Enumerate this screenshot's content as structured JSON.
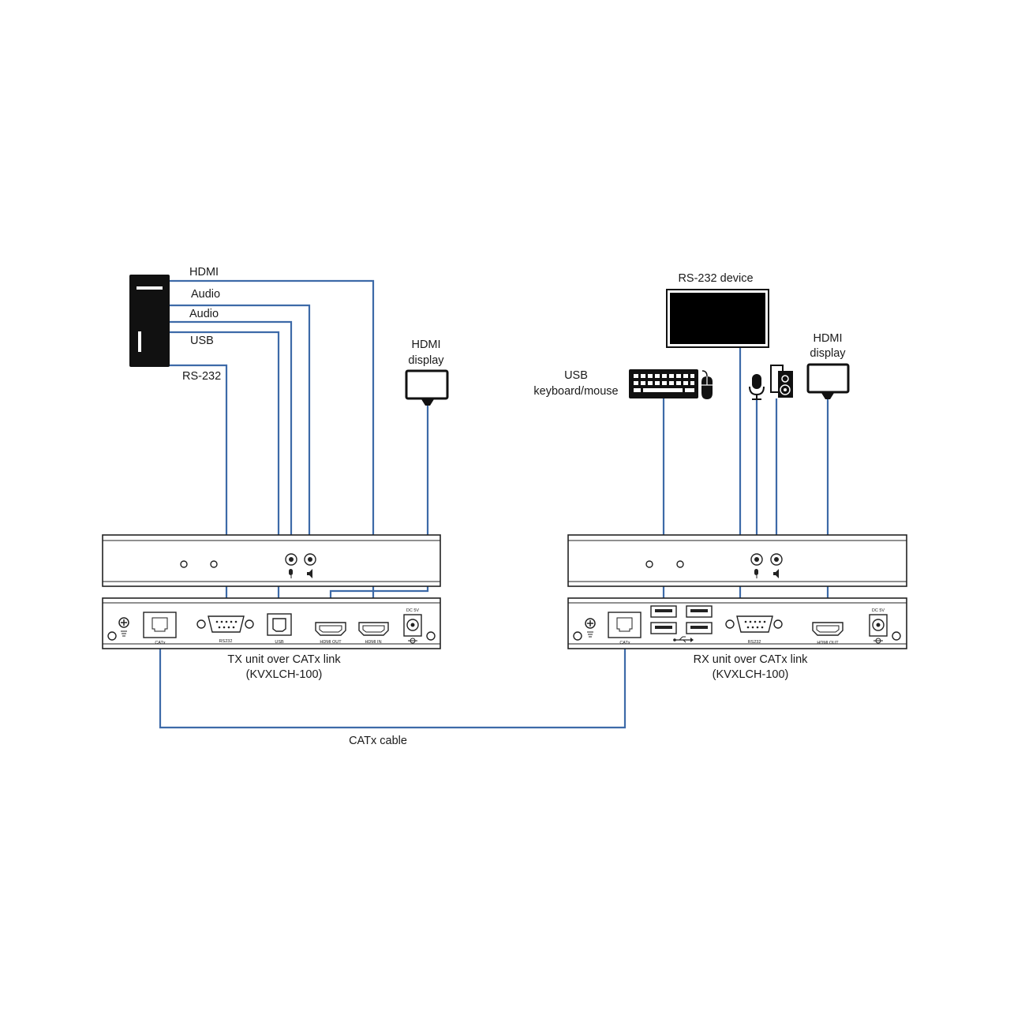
{
  "colors": {
    "wire": "#3d6aa8",
    "device": "#111111",
    "background": "#ffffff"
  },
  "source_pc": {
    "labels": {
      "hdmi": "HDMI",
      "audio_1": "Audio",
      "audio_2": "Audio",
      "usb": "USB",
      "rs232": "RS-232"
    }
  },
  "tx": {
    "display_label_line1": "HDMI",
    "display_label_line2": "display",
    "unit_title": "TX unit over CATx link",
    "unit_model": "(KVXLCH-100)",
    "ports": {
      "catx": "CATx",
      "rs232": "RS232",
      "usb": "USB",
      "hdmi_out": "HDMI OUT",
      "hdmi_in": "HDMI IN",
      "dc": "DC 5V"
    }
  },
  "rx": {
    "rs232_device_label": "RS-232 device",
    "usb_label_line1": "USB",
    "usb_label_line2": "keyboard/mouse",
    "display_label_line1": "HDMI",
    "display_label_line2": "display",
    "unit_title": "RX unit over CATx link",
    "unit_model": "(KVXLCH-100)",
    "ports": {
      "catx": "CATx",
      "rs232": "RS232",
      "hdmi_out": "HDMI OUT",
      "dc": "DC 5V"
    }
  },
  "cable_label": "CATx cable",
  "icons": [
    "pc-tower-icon",
    "monitor-icon",
    "keyboard-icon",
    "mouse-icon",
    "microphone-icon",
    "speaker-icon",
    "usb-icon",
    "ground-icon",
    "dc-polarity-icon"
  ]
}
